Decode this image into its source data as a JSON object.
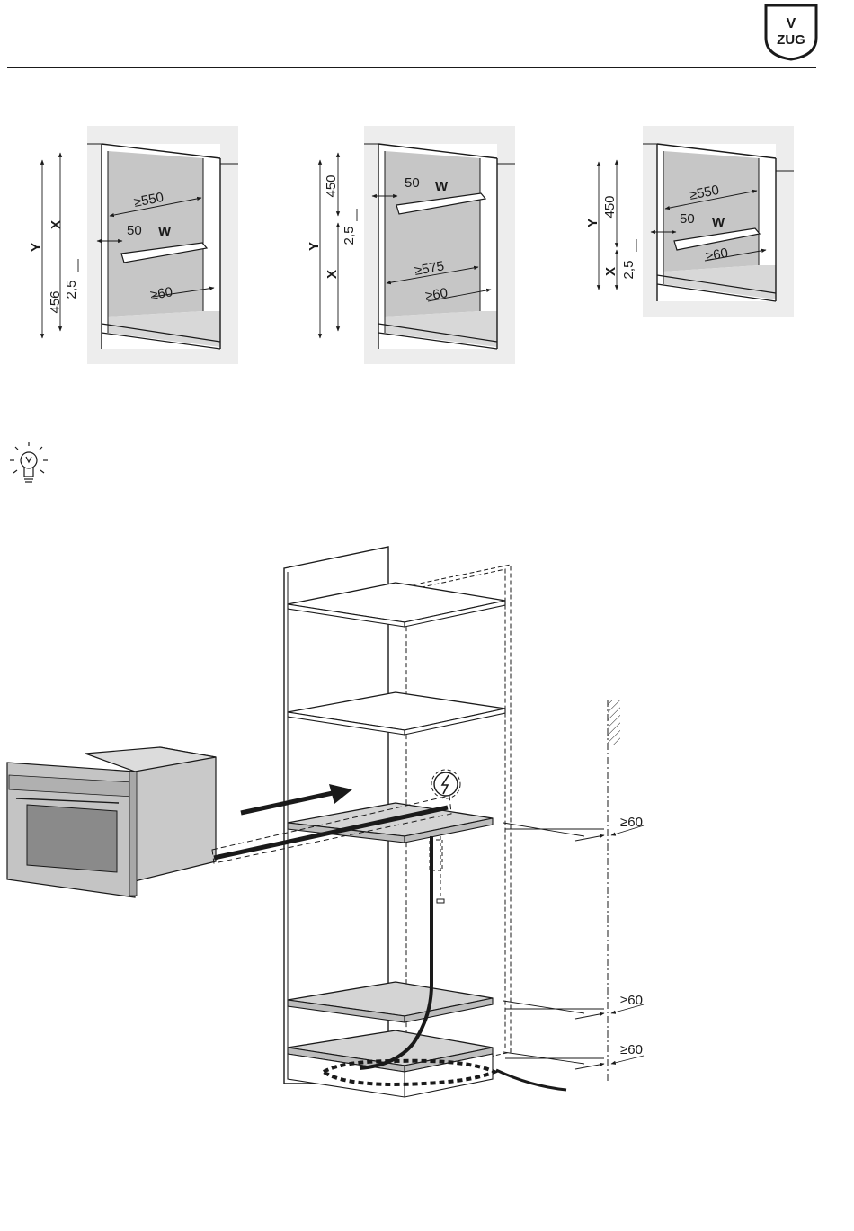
{
  "brand": {
    "logo_top": "V",
    "logo_bottom": "ZUG"
  },
  "diagram_a": {
    "min_width": "≥550",
    "depth": "50",
    "w_label": "W",
    "x_label": "X",
    "y_label": "Y",
    "gap": "2,5",
    "min_depth": "≥60",
    "bottom": "456"
  },
  "diagram_b": {
    "top": "450",
    "depth": "50",
    "w_label": "W",
    "gap": "2,5",
    "y_label": "Y",
    "x_label": "X",
    "min_width": "≥575",
    "min_depth": "≥60"
  },
  "diagram_c": {
    "min_width": "≥550",
    "top": "450",
    "y_label": "Y",
    "depth": "50",
    "w_label": "W",
    "min_depth": "≥60",
    "x_label": "X",
    "gap": "2,5"
  },
  "installation": {
    "clearance_1": "≥60",
    "clearance_2": "≥60",
    "clearance_3": "≥60"
  },
  "icons": [
    "zug-logo-icon",
    "lightbulb-icon",
    "electrical-hazard-icon"
  ]
}
